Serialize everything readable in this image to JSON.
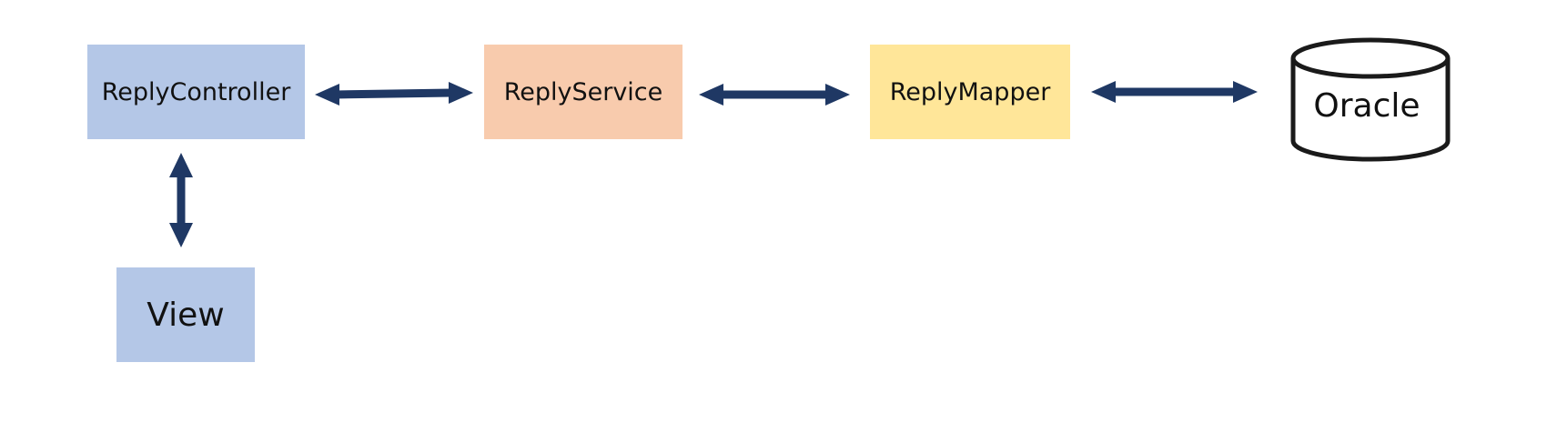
{
  "nodes": {
    "controller": {
      "label": "ReplyController",
      "color": "#b4c7e7"
    },
    "service": {
      "label": "ReplyService",
      "color": "#f8cbad"
    },
    "mapper": {
      "label": "ReplyMapper",
      "color": "#ffe699"
    },
    "view": {
      "label": "View",
      "color": "#b4c7e7"
    },
    "database": {
      "label": "Oracle",
      "shape": "cylinder-icon"
    }
  },
  "edges": [
    {
      "from": "ReplyController",
      "to": "ReplyService",
      "direction": "bidirectional"
    },
    {
      "from": "ReplyService",
      "to": "ReplyMapper",
      "direction": "bidirectional"
    },
    {
      "from": "ReplyMapper",
      "to": "Oracle",
      "direction": "bidirectional"
    },
    {
      "from": "ReplyController",
      "to": "View",
      "direction": "bidirectional"
    }
  ],
  "colors": {
    "arrow": "#1f3864",
    "cylinder_stroke": "#1a1a1a"
  }
}
